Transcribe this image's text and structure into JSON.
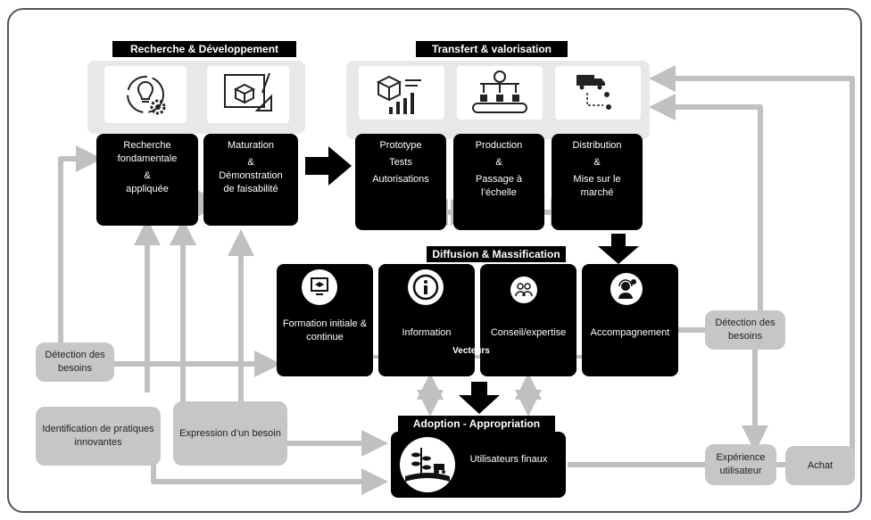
{
  "headers": {
    "rd": "Recherche & Développement",
    "transfer": "Transfert & valorisation",
    "diffusion": "Diffusion & Massification",
    "adoption": "Adoption - Appropriation"
  },
  "rd_blocks": [
    {
      "lines": [
        "Recherche",
        "fondamentale",
        "&",
        "appliquée"
      ],
      "icon": "lightbulb-gear-icon"
    },
    {
      "lines": [
        "Maturation",
        "&",
        "Démonstration",
        "de faisabilité"
      ],
      "icon": "blueprint-box-icon"
    }
  ],
  "transfer_blocks": [
    {
      "lines": [
        "Prototype",
        "Tests",
        "Autorisations"
      ],
      "icon": "box-chart-icon"
    },
    {
      "lines": [
        "Production",
        "&",
        "Passage à",
        "l’échelle"
      ],
      "icon": "conveyor-icon"
    },
    {
      "lines": [
        "Distribution",
        "&",
        "Mise sur le",
        "marché"
      ],
      "icon": "delivery-truck-icon"
    }
  ],
  "diffusion_blocks": [
    {
      "label": "Formation initiale & continue",
      "icon": "training-board-icon"
    },
    {
      "label": "Information",
      "icon": "info-icon"
    },
    {
      "label": "Conseil/expertise",
      "icon": "advisor-icon"
    },
    {
      "label": "Accompagnement",
      "icon": "support-headset-icon"
    }
  ],
  "vecteurs_label": "Vecteurs",
  "users_label": "Utilisateurs finaux",
  "users_icon": "plant-tractor-icon",
  "gray_boxes": {
    "detection_left": "Détection des besoins",
    "identification": "Identification de pratiques innovantes",
    "expression": "Expression d’un besoin",
    "detection_right": "Détection des besoins",
    "experience": "Expérience utilisateur",
    "achat": "Achat"
  },
  "colors": {
    "block": "#000000",
    "gray_box": "#c6c6c6",
    "arrow": "#c0c0c0",
    "frame": "#4a5565"
  }
}
